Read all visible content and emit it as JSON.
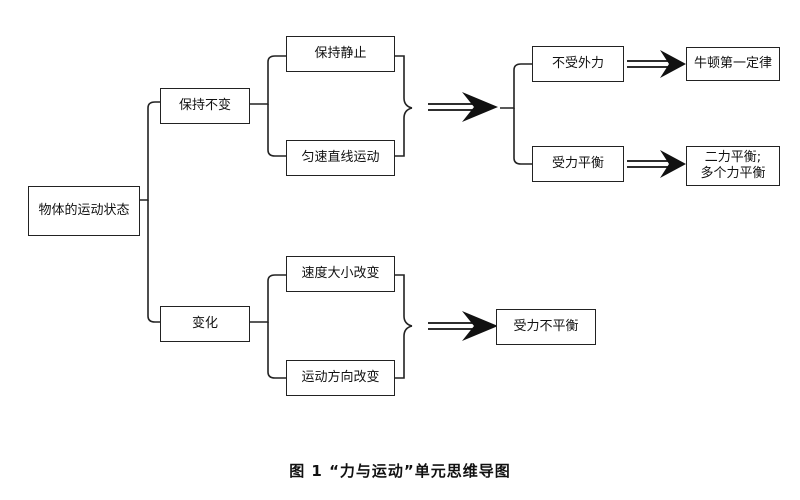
{
  "nodes": {
    "root": "物体的运动状态",
    "keep_unchanged": "保持不变",
    "change": "变化",
    "at_rest": "保持静止",
    "uniform_motion": "匀速直线运动",
    "speed_change": "速度大小改变",
    "direction_change": "运动方向改变",
    "no_external_force": "不受外力",
    "balanced_force": "受力平衡",
    "newton_first_law": "牛顿第一定律",
    "two_forces_line1": "二力平衡;",
    "two_forces_line2": "多个力平衡",
    "unbalanced_force": "受力不平衡"
  },
  "caption": "图 1 “力与运动”单元思维导图"
}
